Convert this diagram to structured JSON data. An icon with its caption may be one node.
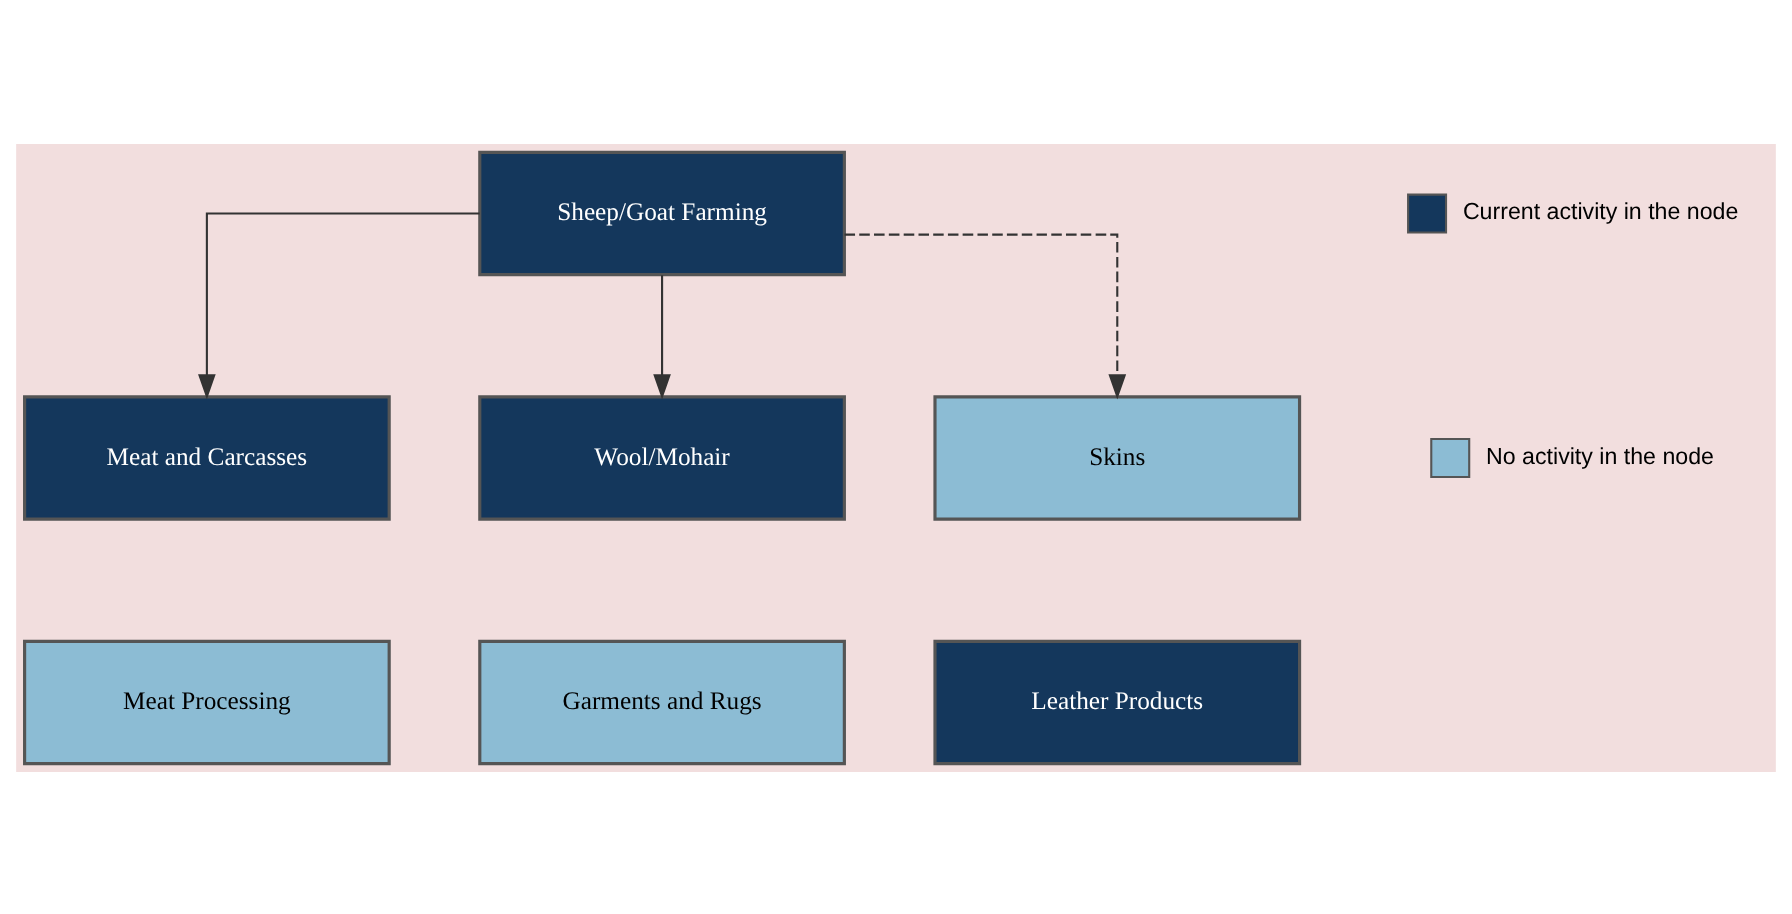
{
  "diagram": {
    "nodes": [
      {
        "text": [
          "Sheep/Goat Farming"
        ]
      },
      {
        "text": [
          "Meat and Carcasses"
        ]
      },
      {
        "text": [
          "Wool/Mohair"
        ]
      },
      {
        "text": [
          "Skins"
        ]
      },
      {
        "text": [
          "Meat Processing"
        ]
      },
      {
        "text": [
          "Garments and Rugs"
        ]
      },
      {
        "text": [
          "Leather Products"
        ]
      }
    ],
    "edges": [
      {
        "from": 0,
        "to": 1,
        "arrow": "to"
      },
      {
        "from": 0,
        "to": 2,
        "arrow": "to"
      },
      {
        "from": 0,
        "to": 3,
        "arrow": "to",
        "style": "dashed"
      }
    ],
    "legend": [
      {
        "text": "Current activity in the node",
        "color": "#14375c"
      },
      {
        "text": "No activity in the node",
        "color": "#8cbcd4"
      }
    ]
  }
}
